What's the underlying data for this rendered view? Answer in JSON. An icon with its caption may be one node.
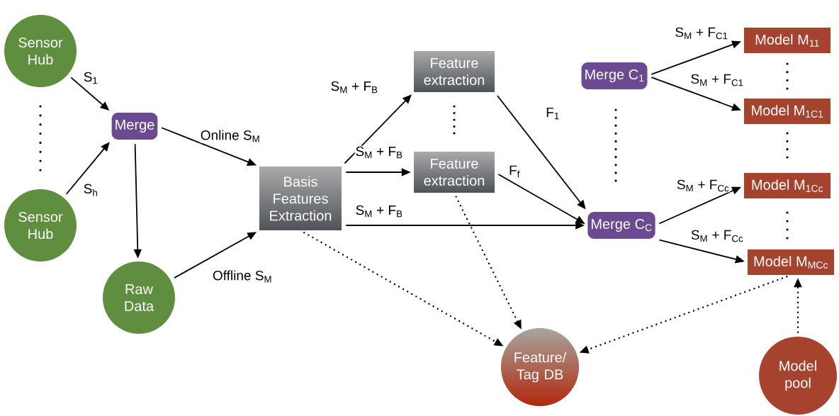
{
  "diagram": {
    "nodes": [
      {
        "text": [
          "Sensor Hub"
        ]
      },
      {
        "text": [
          "Sensor Hub"
        ]
      },
      {
        "text": [
          "Merge"
        ]
      },
      {
        "text": [
          "Raw Data"
        ]
      },
      {
        "text": [
          "Basis Features Extraction"
        ]
      },
      {
        "text": [
          "Feature extraction"
        ]
      },
      {
        "text": [
          "Feature extraction"
        ]
      },
      {
        "text": [
          "Merge C$_{1}$"
        ]
      },
      {
        "text": [
          "Merge C$_{C}$"
        ]
      },
      {
        "text": [
          "Model M$_{11}$"
        ]
      },
      {
        "text": [
          "Model M$_{1C1}$"
        ]
      },
      {
        "text": [
          "Model M$_{1Cc}$"
        ]
      },
      {
        "text": [
          "Model M$_{MCc}$"
        ]
      },
      {
        "text": [
          "Feature/ Tag DB"
        ]
      },
      {
        "text": [
          "Model pool"
        ]
      }
    ],
    "edges": [
      {
        "from": 0,
        "to": 2,
        "arrow": "to",
        "label": "S$_{1}$"
      },
      {
        "from": 1,
        "to": 2,
        "arrow": "to",
        "label": "S$_{h}$"
      },
      {
        "from": 2,
        "to": 3,
        "arrow": "to"
      },
      {
        "from": 2,
        "to": 4,
        "arrow": "to",
        "label": "Online S$_{M}$"
      },
      {
        "from": 3,
        "to": 4,
        "arrow": "to",
        "label": "Offline S$_{M}$"
      },
      {
        "from": 4,
        "to": 5,
        "arrow": "to",
        "label": "S$_{M}$ + F$_{B}$"
      },
      {
        "from": 4,
        "to": 6,
        "arrow": "to",
        "label": "S$_{M}$ + F$_{B}$"
      },
      {
        "from": 4,
        "to": 8,
        "arrow": "to",
        "label": "S$_{M}$ + F$_{B}$"
      },
      {
        "from": 5,
        "to": 8,
        "arrow": "to",
        "label": "F$_{1}$"
      },
      {
        "from": 6,
        "to": 8,
        "arrow": "to",
        "label": "F$_{f}$"
      },
      {
        "from": 7,
        "to": 9,
        "arrow": "to",
        "label": "S$_{M}$ + F$_{C1}$"
      },
      {
        "from": 7,
        "to": 10,
        "arrow": "to",
        "label": "S$_{M}$ + F$_{C1}$"
      },
      {
        "from": 8,
        "to": 11,
        "arrow": "to",
        "label": "S$_{M}$ + F$_{Cc}$"
      },
      {
        "from": 8,
        "to": 12,
        "arrow": "to",
        "label": "S$_{M}$ + F$_{Cc}$"
      },
      {
        "from": 4,
        "to": 13,
        "arrow": "to",
        "style": "dashed"
      },
      {
        "from": 6,
        "to": 13,
        "arrow": "to",
        "style": "dashed"
      },
      {
        "from": 12,
        "to": 13,
        "arrow": "to",
        "style": "dashed"
      },
      {
        "from": 14,
        "to": 12,
        "arrow": "to",
        "style": "dashed"
      }
    ]
  }
}
